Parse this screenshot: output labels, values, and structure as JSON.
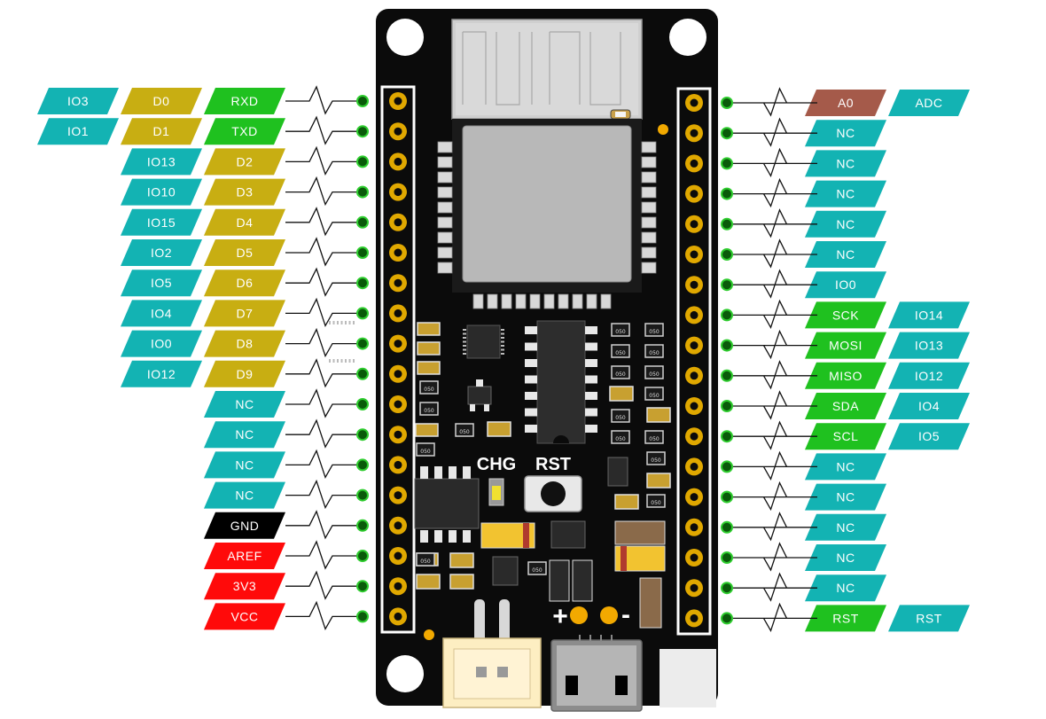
{
  "colors": {
    "teal": "#13b3b3",
    "olive": "#c8ae12",
    "green": "#1fc11f",
    "black": "#000000",
    "red": "#ff0a0a",
    "brown": "#a55a4a",
    "pcb": "#0b0b0b",
    "pad": "#e0a800"
  },
  "silkscreen": {
    "chg": "CHG",
    "rst": "RST",
    "plus": "+",
    "minus": "-"
  },
  "left_pins": [
    {
      "labels": [
        {
          "text": "IO3",
          "color": "teal"
        },
        {
          "text": "D0",
          "color": "olive"
        },
        {
          "text": "RXD",
          "color": "green"
        }
      ]
    },
    {
      "labels": [
        {
          "text": "IO1",
          "color": "teal"
        },
        {
          "text": "D1",
          "color": "olive"
        },
        {
          "text": "TXD",
          "color": "green"
        }
      ]
    },
    {
      "labels": [
        {
          "text": "IO13",
          "color": "teal"
        },
        {
          "text": "D2",
          "color": "olive"
        }
      ]
    },
    {
      "labels": [
        {
          "text": "IO10",
          "color": "teal"
        },
        {
          "text": "D3",
          "color": "olive"
        }
      ]
    },
    {
      "labels": [
        {
          "text": "IO15",
          "color": "teal"
        },
        {
          "text": "D4",
          "color": "olive"
        }
      ]
    },
    {
      "labels": [
        {
          "text": "IO2",
          "color": "teal"
        },
        {
          "text": "D5",
          "color": "olive"
        }
      ]
    },
    {
      "labels": [
        {
          "text": "IO5",
          "color": "teal"
        },
        {
          "text": "D6",
          "color": "olive"
        }
      ]
    },
    {
      "labels": [
        {
          "text": "IO4",
          "color": "teal"
        },
        {
          "text": "D7",
          "color": "olive"
        }
      ]
    },
    {
      "labels": [
        {
          "text": "IO0",
          "color": "teal"
        },
        {
          "text": "D8",
          "color": "olive"
        }
      ]
    },
    {
      "labels": [
        {
          "text": "IO12",
          "color": "teal"
        },
        {
          "text": "D9",
          "color": "olive"
        }
      ]
    },
    {
      "labels": [
        {
          "text": "NC",
          "color": "teal"
        }
      ]
    },
    {
      "labels": [
        {
          "text": "NC",
          "color": "teal"
        }
      ]
    },
    {
      "labels": [
        {
          "text": "NC",
          "color": "teal"
        }
      ]
    },
    {
      "labels": [
        {
          "text": "NC",
          "color": "teal"
        }
      ]
    },
    {
      "labels": [
        {
          "text": "GND",
          "color": "black"
        }
      ]
    },
    {
      "labels": [
        {
          "text": "AREF",
          "color": "red"
        }
      ]
    },
    {
      "labels": [
        {
          "text": "3V3",
          "color": "red"
        }
      ]
    },
    {
      "labels": [
        {
          "text": "VCC",
          "color": "red"
        }
      ]
    }
  ],
  "right_pins": [
    {
      "labels": [
        {
          "text": "A0",
          "color": "brown"
        },
        {
          "text": "ADC",
          "color": "teal"
        }
      ]
    },
    {
      "labels": [
        {
          "text": "NC",
          "color": "teal"
        }
      ]
    },
    {
      "labels": [
        {
          "text": "NC",
          "color": "teal"
        }
      ]
    },
    {
      "labels": [
        {
          "text": "NC",
          "color": "teal"
        }
      ]
    },
    {
      "labels": [
        {
          "text": "NC",
          "color": "teal"
        }
      ]
    },
    {
      "labels": [
        {
          "text": "NC",
          "color": "teal"
        }
      ]
    },
    {
      "labels": [
        {
          "text": "IO0",
          "color": "teal"
        }
      ]
    },
    {
      "labels": [
        {
          "text": "SCK",
          "color": "green"
        },
        {
          "text": "IO14",
          "color": "teal"
        }
      ]
    },
    {
      "labels": [
        {
          "text": "MOSI",
          "color": "green"
        },
        {
          "text": "IO13",
          "color": "teal"
        }
      ]
    },
    {
      "labels": [
        {
          "text": "MISO",
          "color": "green"
        },
        {
          "text": "IO12",
          "color": "teal"
        }
      ]
    },
    {
      "labels": [
        {
          "text": "SDA",
          "color": "green"
        },
        {
          "text": "IO4",
          "color": "teal"
        }
      ]
    },
    {
      "labels": [
        {
          "text": "SCL",
          "color": "green"
        },
        {
          "text": "IO5",
          "color": "teal"
        }
      ]
    },
    {
      "labels": [
        {
          "text": "NC",
          "color": "teal"
        }
      ]
    },
    {
      "labels": [
        {
          "text": "NC",
          "color": "teal"
        }
      ]
    },
    {
      "labels": [
        {
          "text": "NC",
          "color": "teal"
        }
      ]
    },
    {
      "labels": [
        {
          "text": "NC",
          "color": "teal"
        }
      ]
    },
    {
      "labels": [
        {
          "text": "NC",
          "color": "teal"
        }
      ]
    },
    {
      "labels": [
        {
          "text": "RST",
          "color": "green"
        },
        {
          "text": "RST",
          "color": "teal"
        }
      ]
    }
  ],
  "resistor_code": "050"
}
